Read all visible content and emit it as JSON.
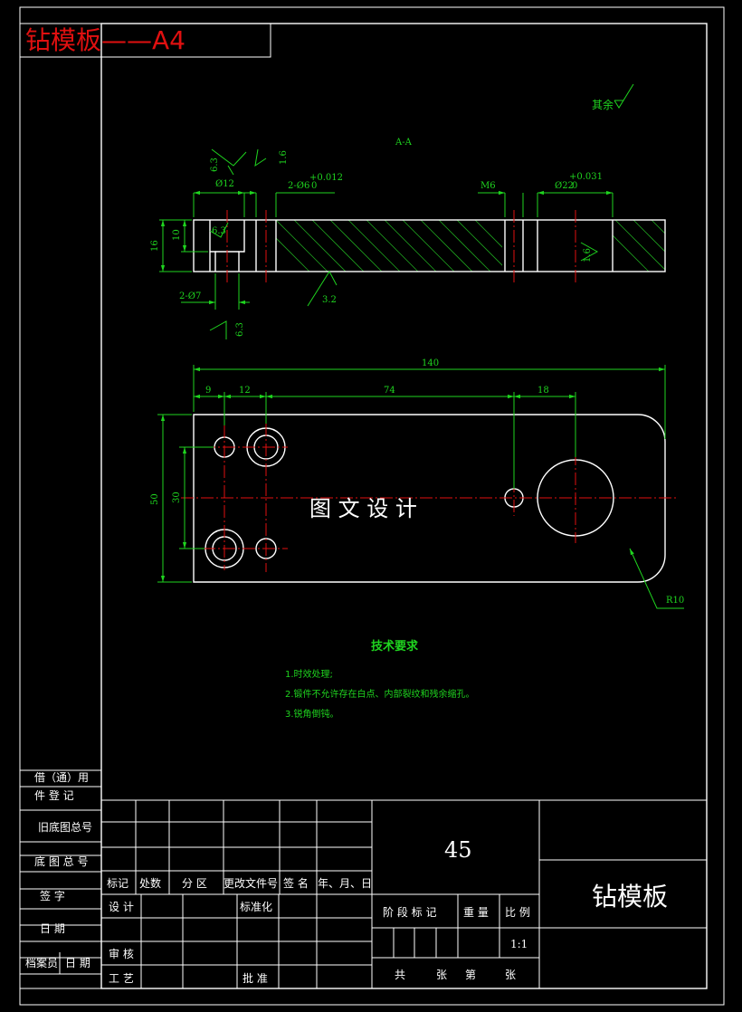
{
  "header": {
    "title": "钻模板——A4",
    "title_color": "#e01010"
  },
  "surface_note": "其余",
  "section_label": "A-A",
  "dims": {
    "ra_63_a": "6.3",
    "ra_16_a": "1.6",
    "d12": "Ø12",
    "holes_2d6": "2-Ø6",
    "tol_012_up": "+0.012",
    "tol_zero_a": "0",
    "m6": "M6",
    "d22": "Ø22",
    "tol_031_up": "+0.031",
    "tol_zero_b": "0",
    "ra_63_b": "6.3",
    "h16": "16",
    "h10": "10",
    "ra_16_b": "1.6",
    "holes_2d7": "2-Ø7",
    "ra_32": "3.2",
    "ra_63_c": "6.3",
    "len_140": "140",
    "len_9": "9",
    "len_12": "12",
    "len_74": "74",
    "len_18": "18",
    "h50": "50",
    "h30": "30",
    "r10": "R10"
  },
  "watermark": "图 文 设 计",
  "tech": {
    "heading": "技术要求",
    "items": [
      "1.时效处理;",
      "2.锻件不允许存在白点、内部裂纹和残余缩孔。",
      "3.锐角倒钝。"
    ]
  },
  "side_table": {
    "r1a": "借（通）用",
    "r1b": "件 登 记",
    "r2": "旧底图总号",
    "r3": "底 图 总 号",
    "r4": "签    字",
    "r5": "日    期",
    "r6a": "档案员",
    "r6b": "日  期"
  },
  "title_block": {
    "headers": [
      "标记",
      "处数",
      "分 区",
      "更改文件号",
      "签 名",
      "年、月、日"
    ],
    "design": "设 计",
    "standard": "标准化",
    "review": "审 核",
    "process": "工 艺",
    "approve": "批 准",
    "material": "45",
    "part_name": "钻模板",
    "stage": "阶 段 标 记",
    "weight": "重 量",
    "scale_label": "比 例",
    "scale": "1:1",
    "total": "共",
    "sheets": "张",
    "sheet_no": "第",
    "sheets2": "张"
  }
}
